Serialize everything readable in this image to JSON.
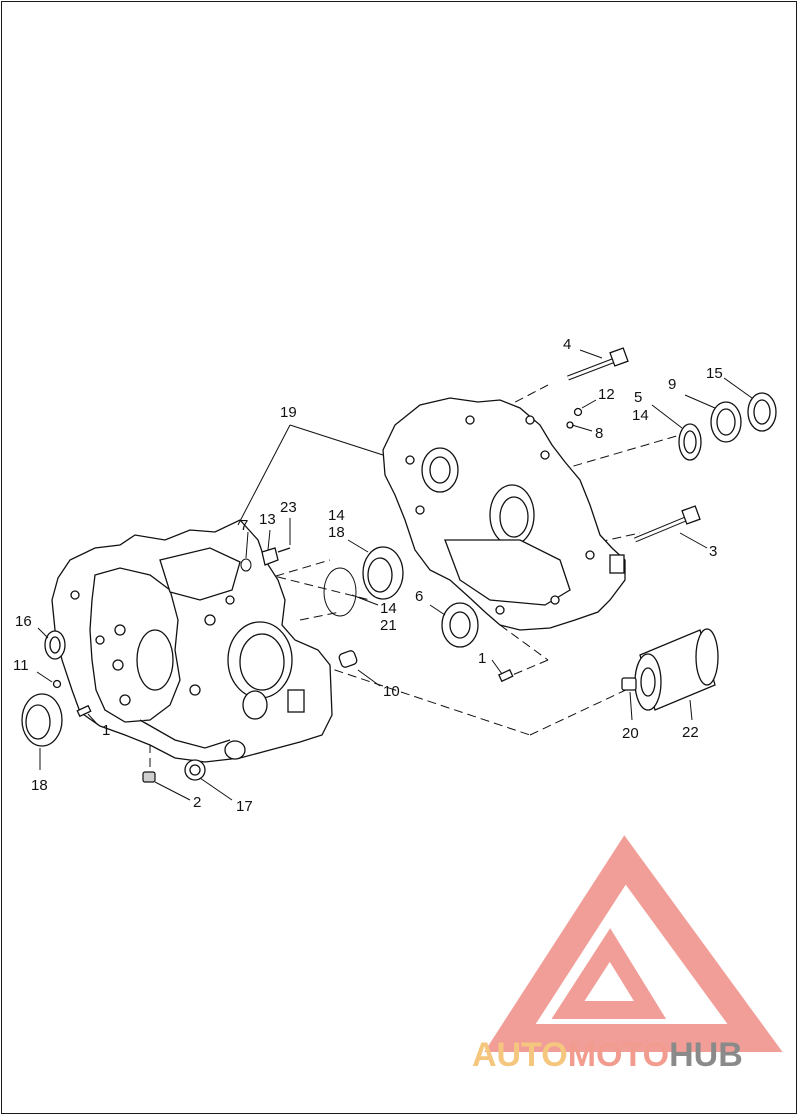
{
  "callouts": [
    {
      "id": "c1a",
      "text": "1"
    },
    {
      "id": "c1b",
      "text": "1"
    },
    {
      "id": "c2",
      "text": "2"
    },
    {
      "id": "c3",
      "text": "3"
    },
    {
      "id": "c4",
      "text": "4"
    },
    {
      "id": "c5",
      "text": "5"
    },
    {
      "id": "c6",
      "text": "6"
    },
    {
      "id": "c7",
      "text": "7"
    },
    {
      "id": "c8",
      "text": "8"
    },
    {
      "id": "c9",
      "text": "9"
    },
    {
      "id": "c10",
      "text": "10"
    },
    {
      "id": "c11",
      "text": "11"
    },
    {
      "id": "c12",
      "text": "12"
    },
    {
      "id": "c13",
      "text": "13"
    },
    {
      "id": "c14a",
      "text": "14"
    },
    {
      "id": "c14b",
      "text": "14"
    },
    {
      "id": "c14c",
      "text": "14"
    },
    {
      "id": "c15",
      "text": "15"
    },
    {
      "id": "c16",
      "text": "16"
    },
    {
      "id": "c17",
      "text": "17"
    },
    {
      "id": "c18a",
      "text": "18"
    },
    {
      "id": "c18b",
      "text": "18"
    },
    {
      "id": "c19",
      "text": "19"
    },
    {
      "id": "c20",
      "text": "20"
    },
    {
      "id": "c21",
      "text": "21"
    },
    {
      "id": "c22",
      "text": "22"
    },
    {
      "id": "c23",
      "text": "23"
    }
  ],
  "watermark": {
    "part1": "AUTO",
    "part2": "MOTO",
    "part3": "HUB",
    "color_auto": "#f5c77e",
    "color_moto": "#f29b8f",
    "color_hub": "#8a8a8a",
    "logo_color": "#f08d86"
  }
}
